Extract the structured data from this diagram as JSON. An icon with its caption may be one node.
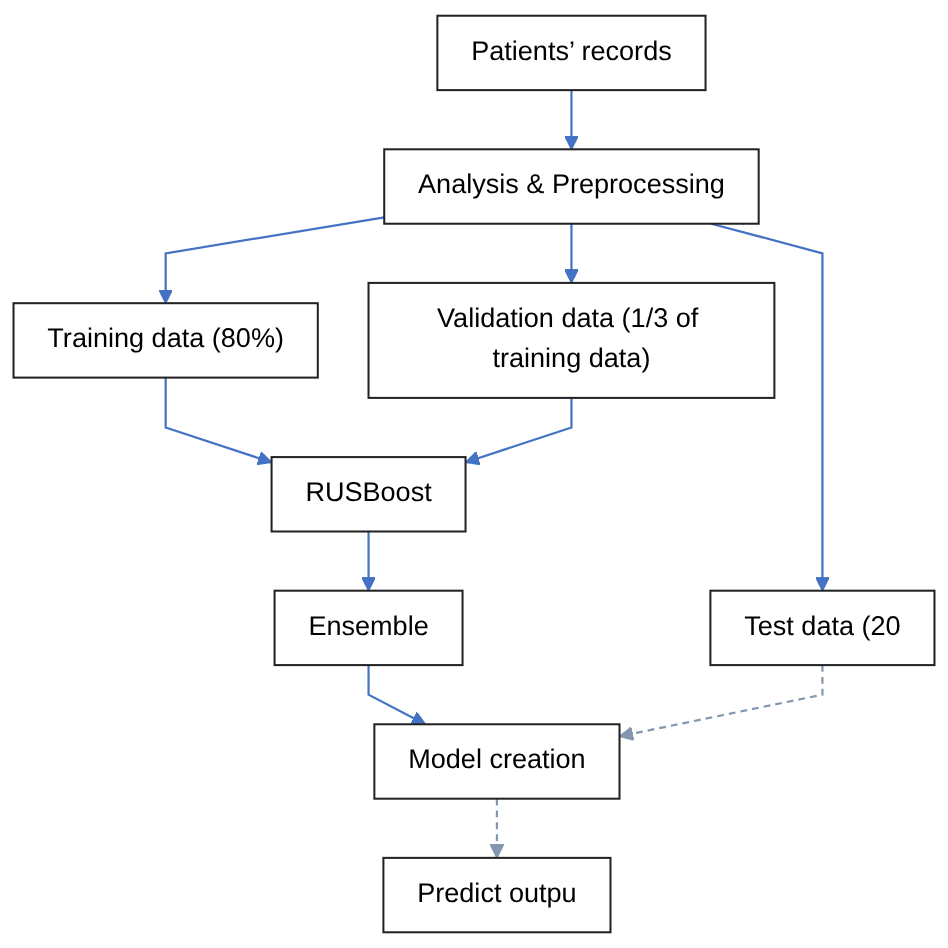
{
  "diagram": {
    "nodes": [
      {
        "text": [
          "Patients’ records"
        ]
      },
      {
        "text": [
          "Analysis & Preprocessing"
        ]
      },
      {
        "text": [
          "Training data (80%)"
        ]
      },
      {
        "text": [
          "Validation data (1/3 of training data)"
        ]
      },
      {
        "text": [
          "Test data (20"
        ]
      },
      {
        "text": [
          "RUSBoost"
        ]
      },
      {
        "text": [
          "Ensemble"
        ]
      },
      {
        "text": [
          "Model creation"
        ]
      },
      {
        "text": [
          "Predict outpu"
        ]
      }
    ],
    "edges": [
      {
        "from": 0,
        "to": 1,
        "arrow": "to"
      },
      {
        "from": 1,
        "to": 2,
        "arrow": "to"
      },
      {
        "from": 1,
        "to": 3,
        "arrow": "to"
      },
      {
        "from": 1,
        "to": 4,
        "arrow": "to"
      },
      {
        "from": 2,
        "to": 5,
        "arrow": "to"
      },
      {
        "from": 3,
        "to": 5,
        "arrow": "to"
      },
      {
        "from": 5,
        "to": 6,
        "arrow": "to"
      },
      {
        "from": 6,
        "to": 7,
        "arrow": "to"
      },
      {
        "from": 4,
        "to": 7,
        "arrow": "to",
        "style": "dashed",
        "color": "#8497b0"
      },
      {
        "from": 7,
        "to": 8,
        "arrow": "to",
        "style": "dashed",
        "color": "#8497b0"
      }
    ]
  }
}
